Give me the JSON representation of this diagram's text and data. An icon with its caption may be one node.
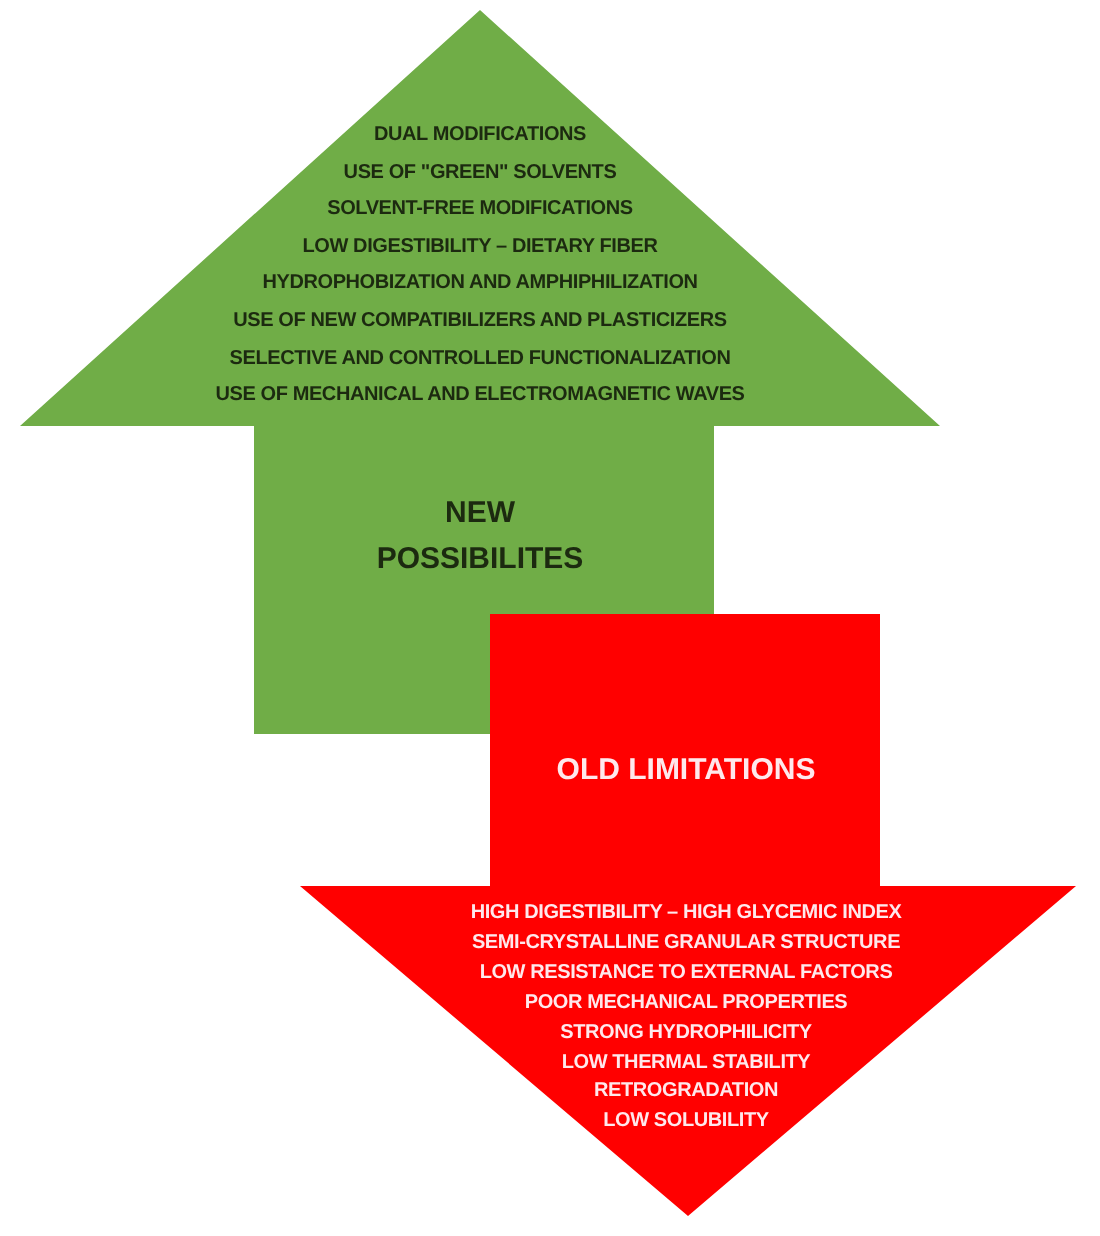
{
  "diagram": {
    "nodes": [
      {
        "text": [
          "DUAL MODIFICATIONS",
          "USE OF \"GREEN\" SOLVENTS",
          "SOLVENT-FREE MODIFICATIONS",
          "LOW DIGESTIBILITY – DIETARY FIBER",
          "HYDROPHOBIZATION AND AMPHIPHILIZATION",
          "USE OF NEW COMPATIBILIZERS AND PLASTICIZERS",
          "SELECTIVE AND CONTROLLED FUNCTIONALIZATION",
          "USE OF MECHANICAL AND ELECTROMAGNETIC WAVES",
          "NEW POSSIBILITES"
        ]
      },
      {
        "text": [
          "OLD LIMITATIONS",
          "HIGH DIGESTIBILITY – HIGH GLYCEMIC INDEX",
          "SEMI-CRYSTALLINE GRANULAR STRUCTURE",
          "LOW RESISTANCE TO EXTERNAL FACTORS",
          "POOR MECHANICAL PROPERTIES",
          "STRONG HYDROPHILICITY",
          "LOW THERMAL STABILITY",
          "RETROGRADATION",
          "LOW SOLUBILITY"
        ]
      }
    ]
  }
}
